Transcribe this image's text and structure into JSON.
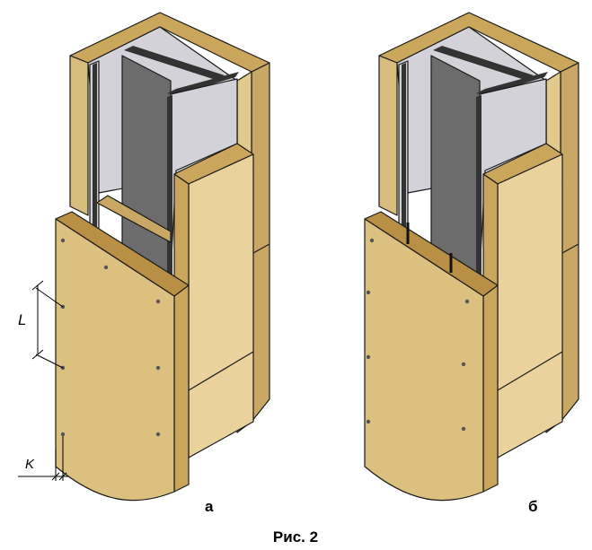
{
  "figure": {
    "caption": "Рис. 2",
    "variant_a_label": "а",
    "variant_b_label": "б",
    "dim_spacing_label": "L",
    "dim_edge_label": "K"
  },
  "colors": {
    "board_front": "#dcc080",
    "board_light": "#e9d29c",
    "board_top": "#caa65c",
    "board_dark": "#b98f45",
    "steel_dark": "#6c6c6c",
    "steel_light": "#cfcfd4",
    "steel_flange": "#333333",
    "screw": "#555555",
    "outline": "#1a1a1a"
  },
  "icons": [
    "screw-icon"
  ]
}
